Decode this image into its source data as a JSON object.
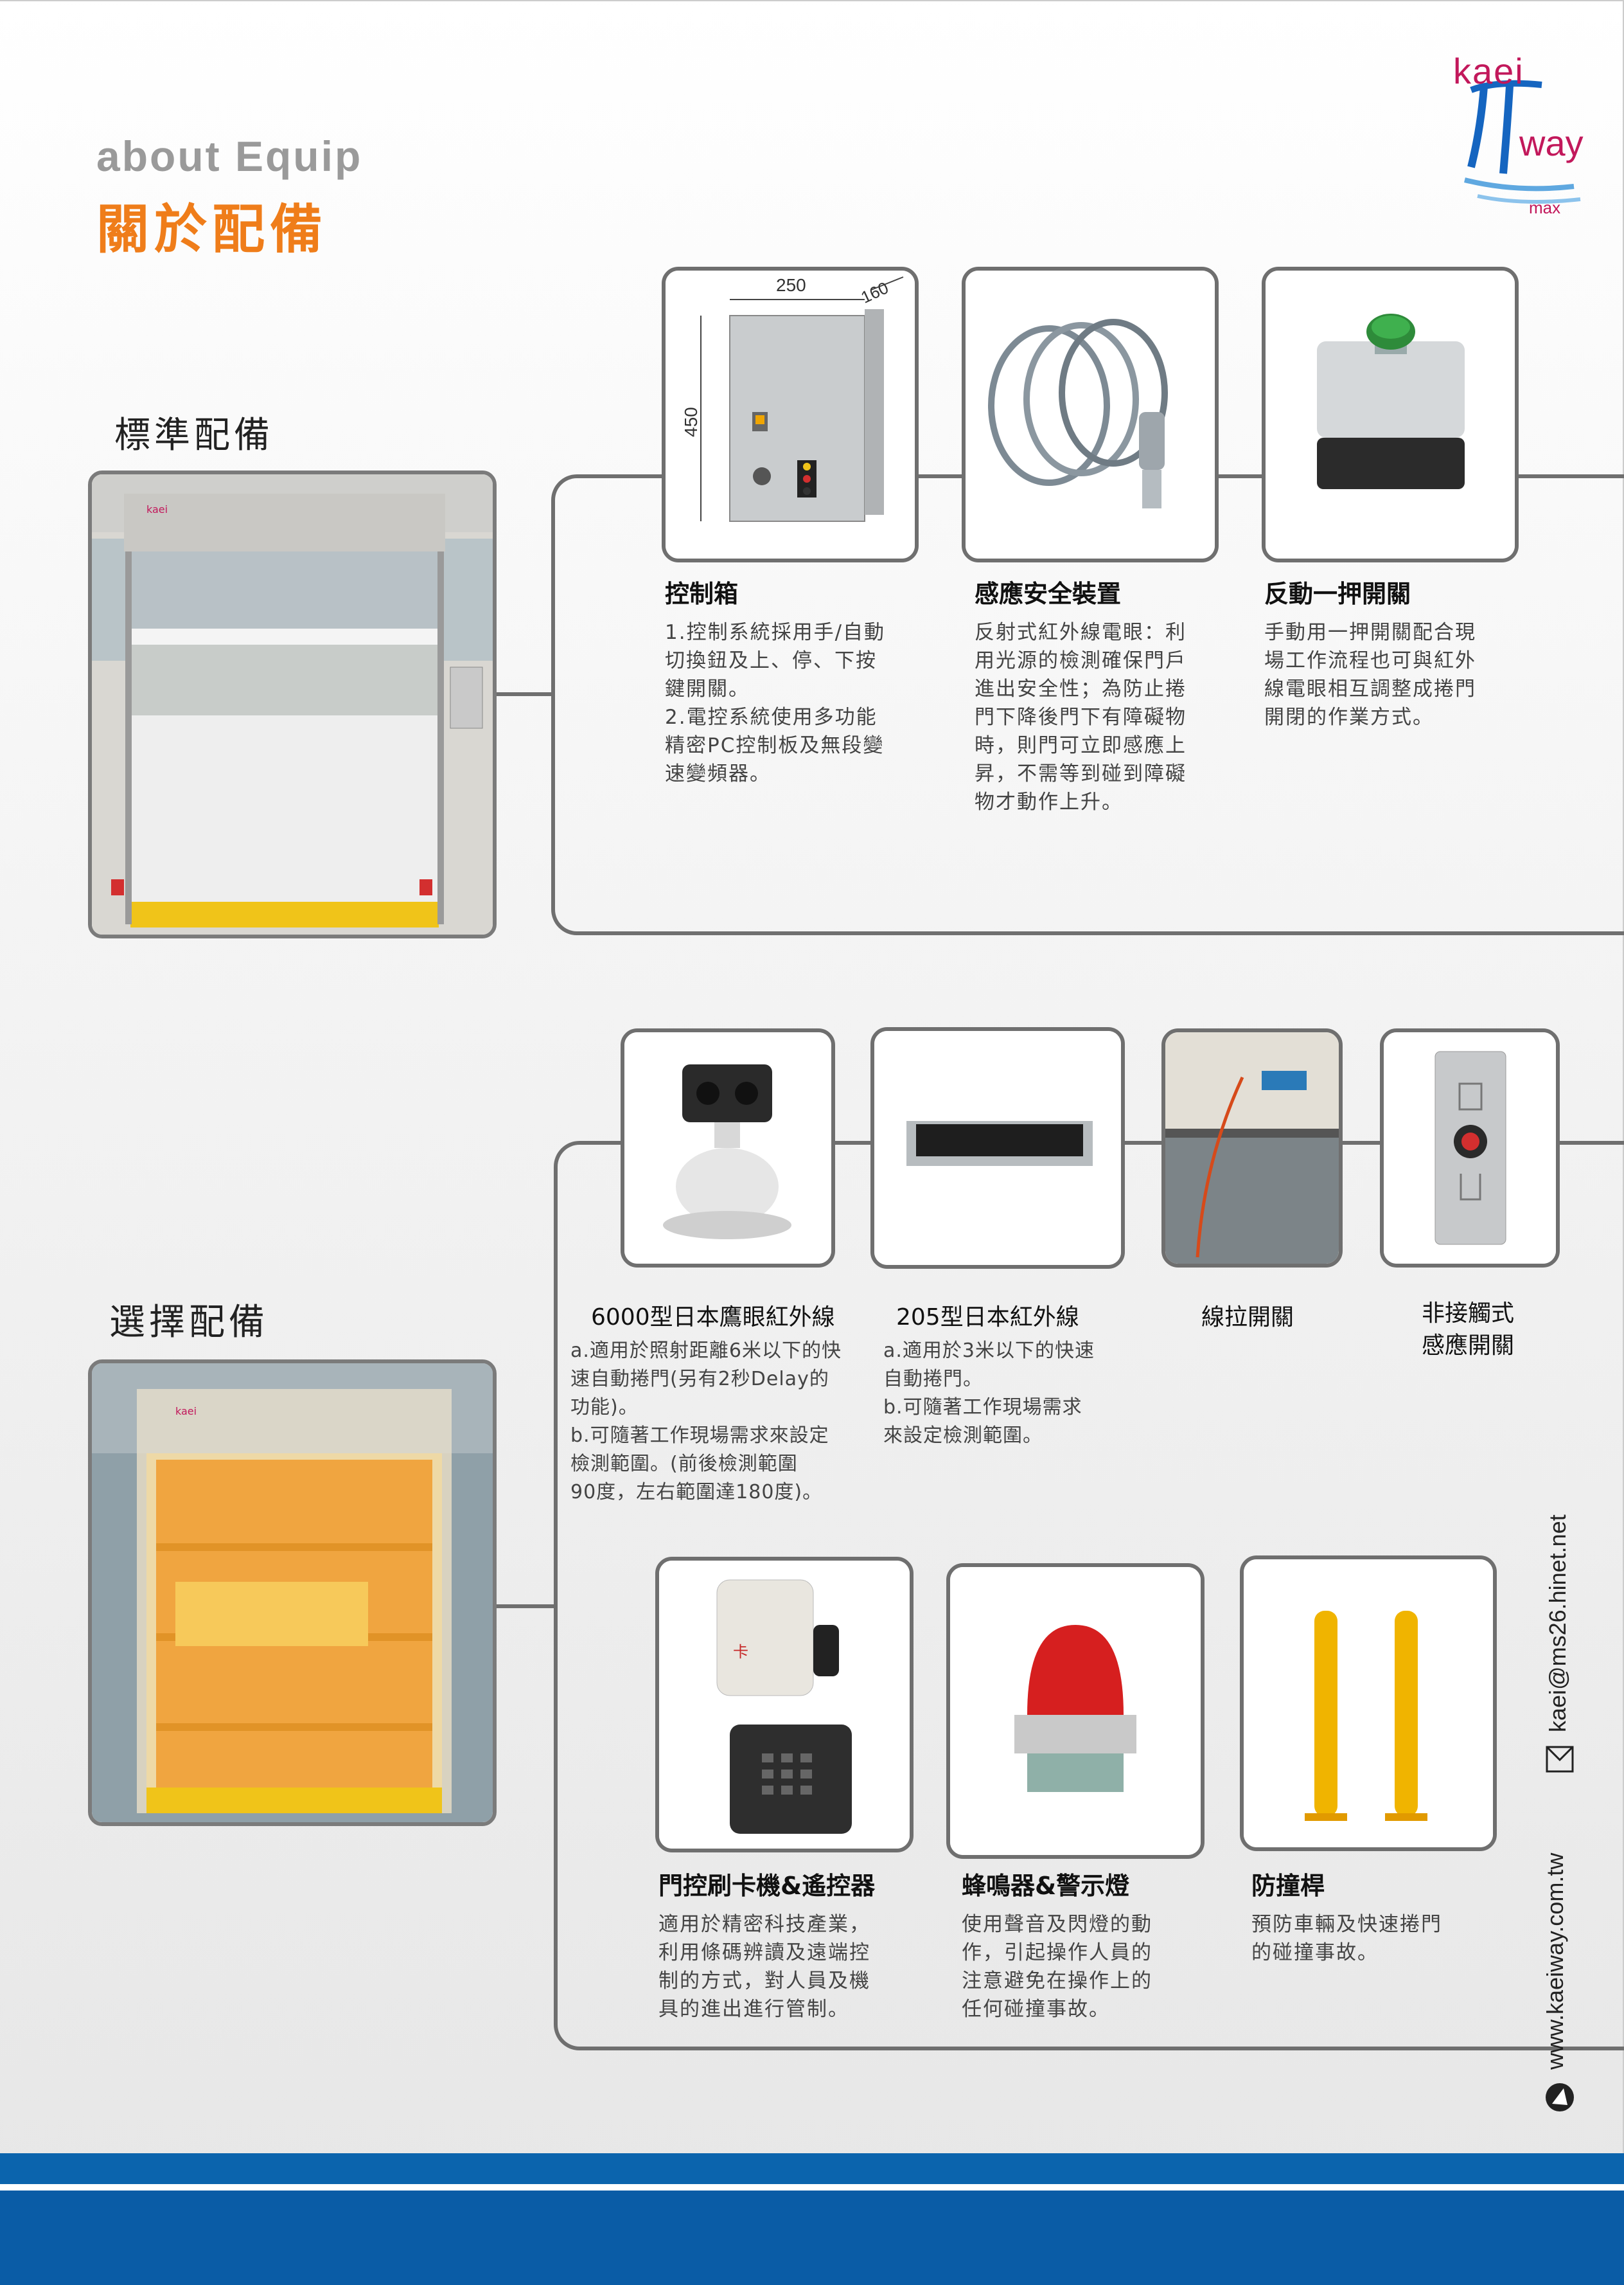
{
  "header": {
    "title_en": "about Equip",
    "title_zh": "關於配備"
  },
  "logo": {
    "line1": "kaei",
    "line2": "way"
  },
  "standard": {
    "title": "標準配備",
    "items": [
      {
        "title": "控制箱",
        "desc": "1.控制系統採用手/自動\n切換鈕及上、停、下按\n鍵開關。\n2.電控系統使用多功能\n精密PC控制板及無段變\n速變頻器。",
        "dims": {
          "width": "250",
          "depth": "160",
          "height": "450"
        }
      },
      {
        "title": "感應安全裝置",
        "desc": "反射式紅外線電眼：利\n用光源的檢測確保門戶\n進出安全性；為防止捲\n門下降後門下有障礙物\n時，則門可立即感應上\n昇，不需等到碰到障礙\n物才動作上升。"
      },
      {
        "title": "反動一押開關",
        "desc": "手動用一押開關配合現\n場工作流程也可與紅外\n線電眼相互調整成捲門\n開閉的作業方式。"
      }
    ]
  },
  "optional": {
    "title": "選擇配備",
    "row1": [
      {
        "title": "6000型日本鷹眼紅外線",
        "desc": "a.適用於照射距離6米以下的快\n   速自動捲門(另有2秒Delay的\n   功能)。\nb.可隨著工作現場需求來設定\n   檢測範圍。(前後檢測範圍\n   90度，左右範圍達180度)。"
      },
      {
        "title": "205型日本紅外線",
        "desc": "a.適用於3米以下的快速\n   自動捲門。\nb.可隨著工作現場需求\n   來設定檢測範圍。"
      },
      {
        "title": "線拉開關",
        "desc": ""
      },
      {
        "title_line1": "非接觸式",
        "title_line2": "感應開關"
      }
    ],
    "row2": [
      {
        "title": "門控刷卡機&遙控器",
        "desc": "適用於精密科技產業，\n利用條碼辨讀及遠端控\n制的方式，對人員及機\n具的進出進行管制。"
      },
      {
        "title": "蜂鳴器&警示燈",
        "desc": "使用聲音及閃燈的動\n作，引起操作人員的\n注意避免在操作上的\n任何碰撞事故。"
      },
      {
        "title": "防撞桿",
        "desc": "預防車輛及快速捲門\n的碰撞事故。"
      }
    ]
  },
  "contact": {
    "website": "www.kaeiway.com.tw",
    "email": "kaei@ms26.hinet.net"
  },
  "colors": {
    "accent": "#ef7d1a",
    "band": "#0b64ad",
    "frame": "#6f6f6f"
  }
}
